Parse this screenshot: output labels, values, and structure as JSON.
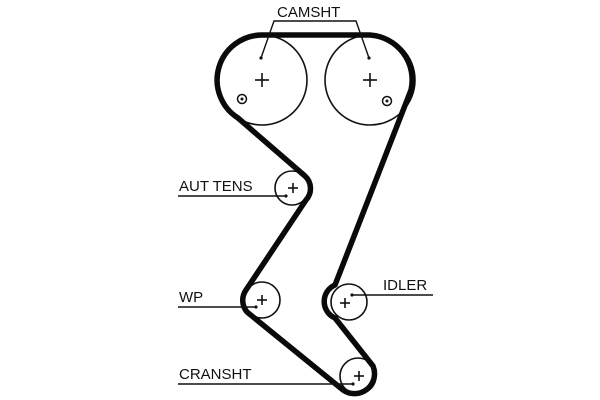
{
  "diagram": {
    "title": "Timing belt routing diagram",
    "labels": {
      "camshaft": "CAMSHT",
      "auto_tensioner": "AUT TENS",
      "water_pump": "WP",
      "idler": "IDLER",
      "crankshaft": "CRANSHT"
    },
    "components": [
      {
        "id": "camshaft-left",
        "label_ref": "camshaft",
        "type": "pulley"
      },
      {
        "id": "camshaft-right",
        "label_ref": "camshaft",
        "type": "pulley"
      },
      {
        "id": "auto-tensioner",
        "label_ref": "auto_tensioner",
        "type": "tensioner"
      },
      {
        "id": "water-pump",
        "label_ref": "water_pump",
        "type": "pulley"
      },
      {
        "id": "idler",
        "label_ref": "idler",
        "type": "idler"
      },
      {
        "id": "crankshaft",
        "label_ref": "crankshaft",
        "type": "pulley"
      }
    ],
    "colors": {
      "line": "#111111",
      "background": "#ffffff"
    }
  }
}
